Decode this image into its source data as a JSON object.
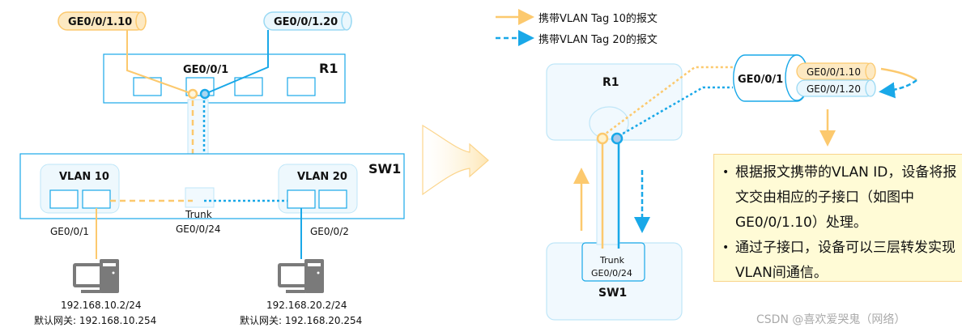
{
  "left": {
    "subif10": "GE0/0/1.10",
    "subif20": "GE0/0/1.20",
    "router_port": "GE0/0/1",
    "router_name": "R1",
    "switch_name": "SW1",
    "vlan10": "VLAN 10",
    "vlan20": "VLAN 20",
    "trunk_label": "Trunk",
    "trunk_port": "GE0/0/24",
    "sw_port1": "GE0/0/1",
    "sw_port2": "GE0/0/2",
    "pc1_ip": "192.168.10.2/24",
    "pc1_gw": "默认网关: 192.168.10.254",
    "pc2_ip": "192.168.20.2/24",
    "pc2_gw": "默认网关: 192.168.20.254"
  },
  "legend": {
    "tag10": "携带VLAN Tag 10的报文",
    "tag20": "携带VLAN Tag 20的报文",
    "color10": "#fcc96e",
    "color20": "#19a8e8"
  },
  "right": {
    "router_name": "R1",
    "main_if": "GE0/0/1",
    "subif10": "GE0/0/1.10",
    "subif20": "GE0/0/1.20",
    "trunk_label": "Trunk",
    "trunk_port": "GE0/0/24",
    "switch_name": "SW1"
  },
  "note": {
    "bullets": [
      "根据报文携带的VLAN ID，设备将报文交由相应的子接口（如图中GE0/0/1.10）处理。",
      "通过子接口，设备可以三层转发实现VLAN间通信。"
    ]
  },
  "watermark": "CSDN @喜欢爱哭鬼（网络）"
}
